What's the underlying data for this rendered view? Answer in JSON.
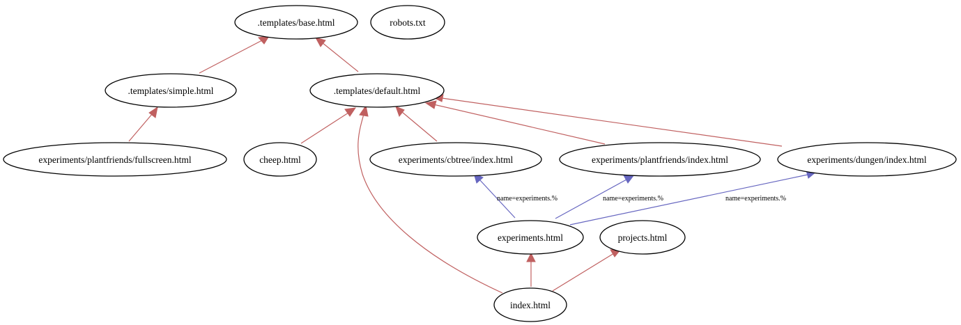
{
  "colors": {
    "template_edge": "#c06060",
    "link_edge": "#6666c0",
    "node_stroke": "#000000"
  },
  "nodes": {
    "base": {
      "label": ".templates/base.html"
    },
    "robots": {
      "label": "robots.txt"
    },
    "simple": {
      "label": ".templates/simple.html"
    },
    "default": {
      "label": ".templates/default.html"
    },
    "pf_fullscreen": {
      "label": "experiments/plantfriends/fullscreen.html"
    },
    "cheep": {
      "label": "cheep.html"
    },
    "cbtree": {
      "label": "experiments/cbtree/index.html"
    },
    "pf_index": {
      "label": "experiments/plantfriends/index.html"
    },
    "dungen": {
      "label": "experiments/dungen/index.html"
    },
    "experiments": {
      "label": "experiments.html"
    },
    "projects": {
      "label": "projects.html"
    },
    "index": {
      "label": "index.html"
    }
  },
  "edges": {
    "simple_base": {
      "from": "simple",
      "to": "base",
      "kind": "template"
    },
    "default_base": {
      "from": "default",
      "to": "base",
      "kind": "template"
    },
    "fullscreen_simple": {
      "from": "pf_fullscreen",
      "to": "simple",
      "kind": "template"
    },
    "cheep_default": {
      "from": "cheep",
      "to": "default",
      "kind": "template"
    },
    "cbtree_default": {
      "from": "cbtree",
      "to": "default",
      "kind": "template"
    },
    "pfindex_default": {
      "from": "pf_index",
      "to": "default",
      "kind": "template"
    },
    "dungen_default": {
      "from": "dungen",
      "to": "default",
      "kind": "template"
    },
    "index_default": {
      "from": "index",
      "to": "default",
      "kind": "template"
    },
    "exp_cbtree": {
      "from": "experiments",
      "to": "cbtree",
      "kind": "link",
      "label": "name=experiments.%"
    },
    "exp_pfindex": {
      "from": "experiments",
      "to": "pf_index",
      "kind": "link",
      "label": "name=experiments.%"
    },
    "exp_dungen": {
      "from": "experiments",
      "to": "dungen",
      "kind": "link",
      "label": "name=experiments.%"
    },
    "index_experiments": {
      "from": "index",
      "to": "experiments",
      "kind": "template"
    },
    "index_projects": {
      "from": "index",
      "to": "projects",
      "kind": "template"
    }
  }
}
